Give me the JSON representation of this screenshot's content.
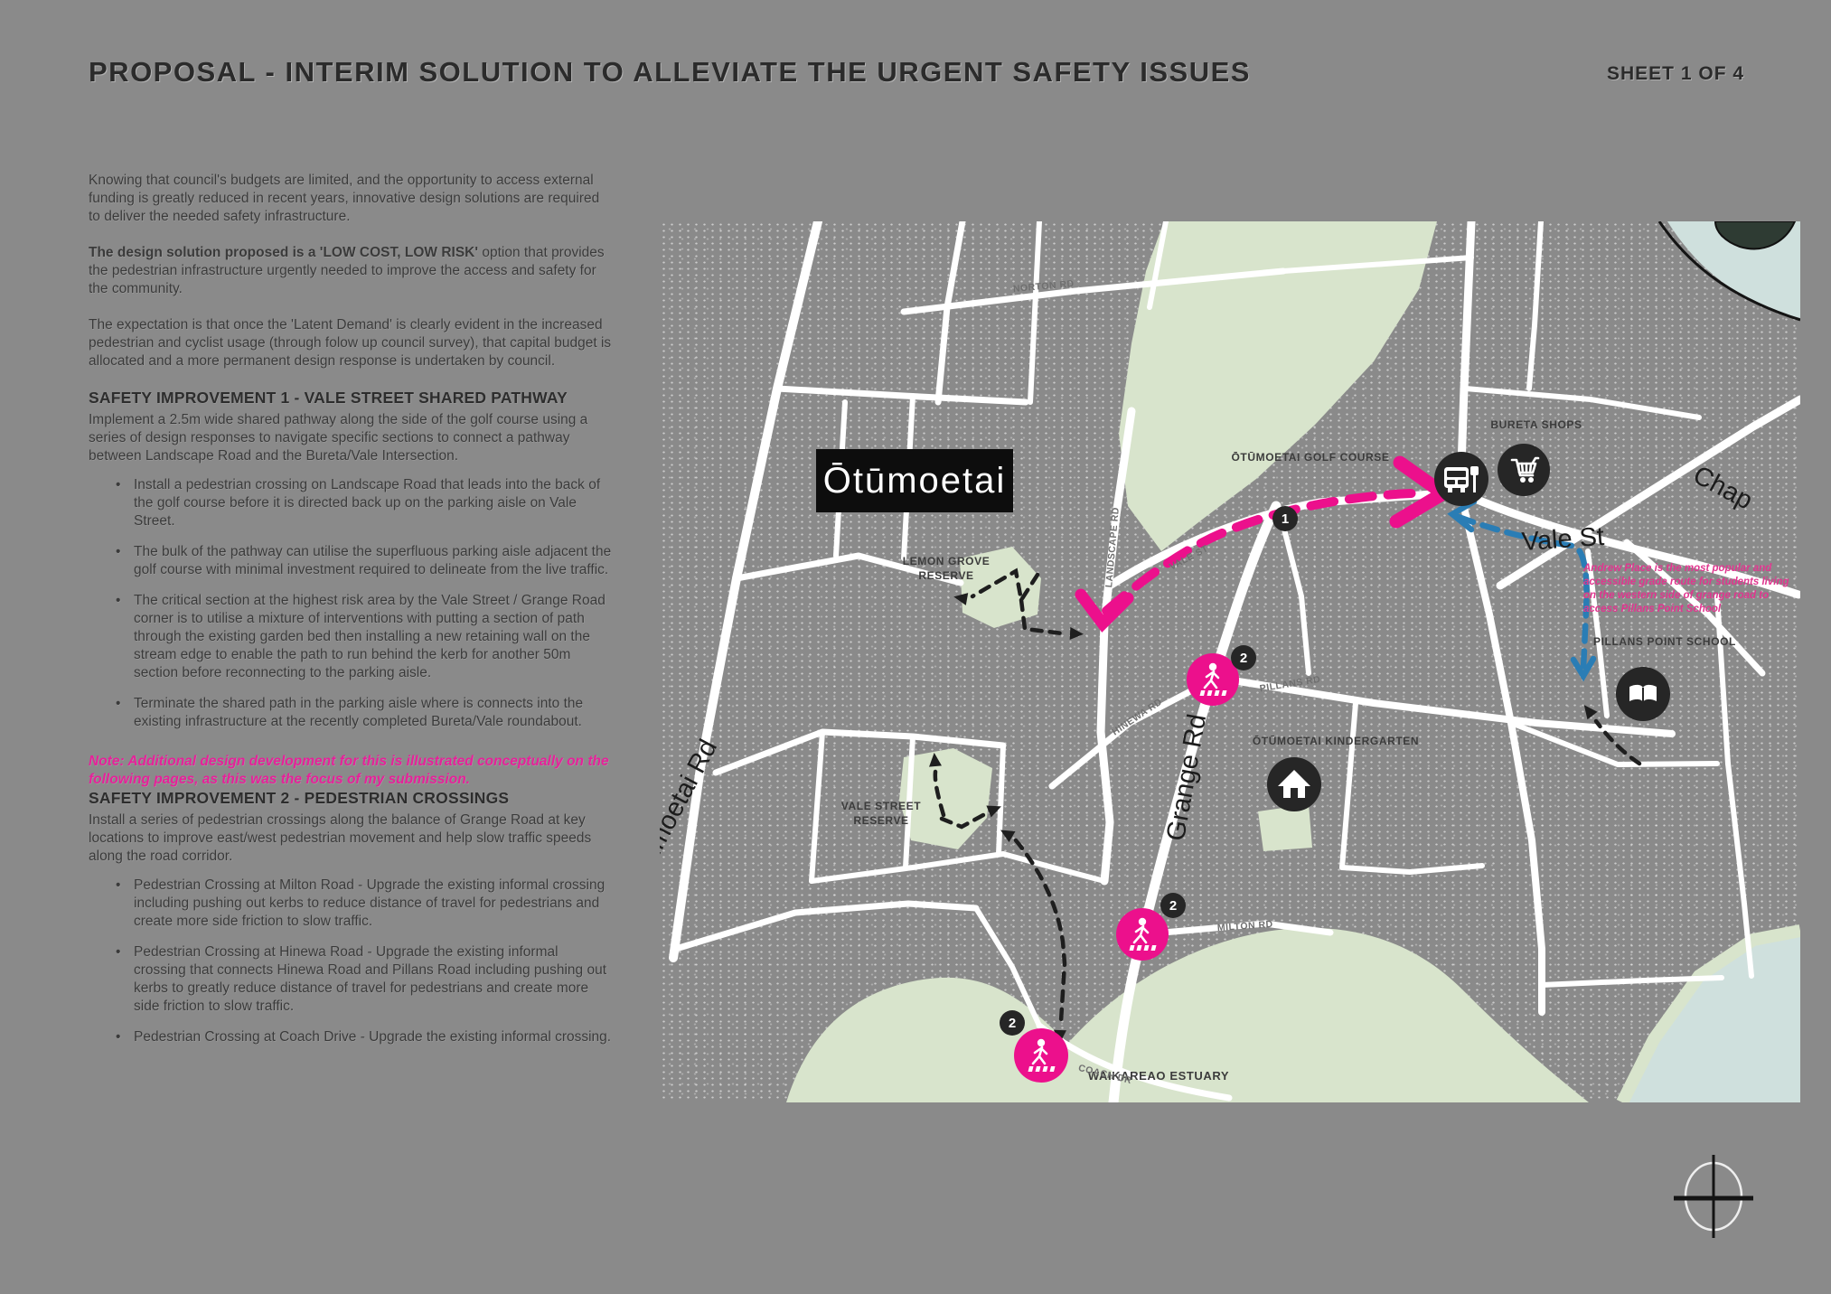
{
  "page": {
    "title": "PROPOSAL - INTERIM SOLUTION TO ALLEVIATE THE URGENT SAFETY ISSUES",
    "sheet_label": "SHEET 1 OF 4",
    "colors": {
      "background": "#8a8a8a",
      "pink": "#ec108c",
      "blue": "#2a7db5",
      "green": "#d8e4cc",
      "water": "#cfe0dd"
    }
  },
  "intro": {
    "p1": "Knowing that council's budgets are limited, and the opportunity to access external funding is greatly reduced in recent years, innovative design solutions are required to deliver the needed safety infrastructure.",
    "p2_bold": "The design solution proposed is a 'LOW COST, LOW RISK'",
    "p2_rest": " option that provides the pedestrian infrastructure urgently needed to improve the access and safety for the community.",
    "p3": "The expectation is that once the 'Latent Demand' is clearly evident in the increased pedestrian and cyclist usage (through folow up council survey), that capital budget is allocated and a more permanent design response is undertaken by council."
  },
  "section1": {
    "heading": "SAFETY IMPROVEMENT 1 - VALE STREET SHARED PATHWAY",
    "intro": "Implement a 2.5m wide shared pathway along the side of the golf course using a series of design responses to navigate specific sections to connect a pathway between Landscape Road and the Bureta/Vale Intersection.",
    "bullets": [
      "Install a pedestrian crossing on Landscape Road that leads into the back of the golf course before it is directed back up on the parking aisle on Vale Street.",
      "The bulk of the pathway can utilise the superfluous parking aisle adjacent the golf course with minimal investment required to delineate from the live traffic.",
      "The critical section at the highest risk area by the Vale Street / Grange Road corner is to utilise a mixture of interventions with putting a section of path through the existing garden bed then installing a new retaining wall on the stream edge to enable the path to run behind the kerb for another 50m section before reconnecting to the parking aisle.",
      "Terminate the shared path in the parking aisle where is connects into the existing infrastructure at the recently completed Bureta/Vale roundabout."
    ],
    "note": "Note: Additional design development for this is illustrated conceptually on the following pages, as this was the focus of my submission."
  },
  "section2": {
    "heading": "SAFETY IMPROVEMENT  2 - PEDESTRIAN CROSSINGS",
    "intro": "Install a series of pedestrian crossings along the balance of Grange Road at key locations to improve east/west pedestrian movement and help slow traffic speeds along the road corridor.",
    "bullets": [
      "Pedestrian Crossing at Milton Road - Upgrade the existing informal crossing including pushing out kerbs to reduce distance of travel for pedestrians and create more side friction to slow traffic.",
      "Pedestrian Crossing at Hinewa Road - Upgrade the existing informal crossing that connects Hinewa Road and Pillans Road including pushing out kerbs to greatly reduce distance of travel for pedestrians and create more side friction to slow traffic.",
      "Pedestrian Crossing at Coach Drive - Upgrade the existing informal crossing."
    ]
  },
  "map": {
    "city_label": "Ōtūmoetai",
    "areas": {
      "golf_course": "ŌTŪMOETAI GOLF COURSE",
      "bureta_shops": "BURETA SHOPS",
      "lemon_grove_1": "LEMON GROVE",
      "lemon_grove_2": "RESERVE",
      "vale_reserve_1": "VALE STREET",
      "vale_reserve_2": "RESERVE",
      "kindergarten": "ŌTŪMOETAI KINDERGARTEN",
      "school": "PILLANS POINT SCHOOL",
      "estuary": "WAIKAREAO ESTUARY"
    },
    "big_streets": {
      "vale_st": "Vale St",
      "chapel": "Chap",
      "grange": "Grange Rd",
      "otumoetai_rd": "Ōtūmoetai Rd"
    },
    "streets": {
      "norton": "NORTON RD",
      "landscape": "LANDSCAPE RD",
      "vale_small": "VALE ST",
      "hinewa": "HINEWA RD",
      "pillans": "PILLANS RD",
      "milton": "MILTON RD",
      "coach": "COACH DR"
    },
    "markers": {
      "route_marker": "1",
      "crossing_marker": "2"
    },
    "annotation": [
      "Andrew Place is the most popular and",
      "accessible grade route for students living",
      "on the western side of grange road to",
      "access Pillans Point School"
    ]
  }
}
